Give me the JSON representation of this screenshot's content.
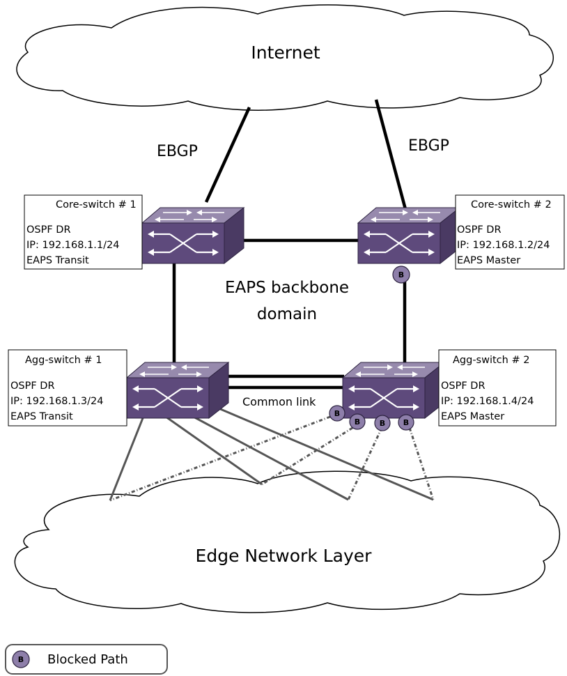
{
  "clouds": {
    "internet": "Internet",
    "edge": "Edge Network Layer"
  },
  "links": {
    "ebgp_left": "EBGP",
    "ebgp_right": "EBGP",
    "eaps_domain_line1": "EAPS backbone",
    "eaps_domain_line2": "domain",
    "common_link": "Common link"
  },
  "switches": {
    "core1": {
      "name": "Core-switch # 1",
      "role": "OSPF DR",
      "ip": "IP: 192.168.1.1/24",
      "eaps": "EAPS Transit"
    },
    "core2": {
      "name": "Core-switch # 2",
      "role": "OSPF DR",
      "ip": "IP: 192.168.1.2/24",
      "eaps": "EAPS Master"
    },
    "agg1": {
      "name": "Agg-switch # 1",
      "role": "OSPF DR",
      "ip": "IP: 192.168.1.3/24",
      "eaps": "EAPS Transit"
    },
    "agg2": {
      "name": "Agg-switch # 2",
      "role": "OSPF DR",
      "ip": "IP: 192.168.1.4/24",
      "eaps": "EAPS Master"
    }
  },
  "blocked_marker": "B",
  "legend": {
    "marker": "B",
    "label": "Blocked Path"
  },
  "colors": {
    "switch_top": "#978aad",
    "switch_front": "#5e4a7c",
    "switch_side": "#4a3a63",
    "blocked_fill": "#8e7faa",
    "link_gray": "#555555"
  }
}
